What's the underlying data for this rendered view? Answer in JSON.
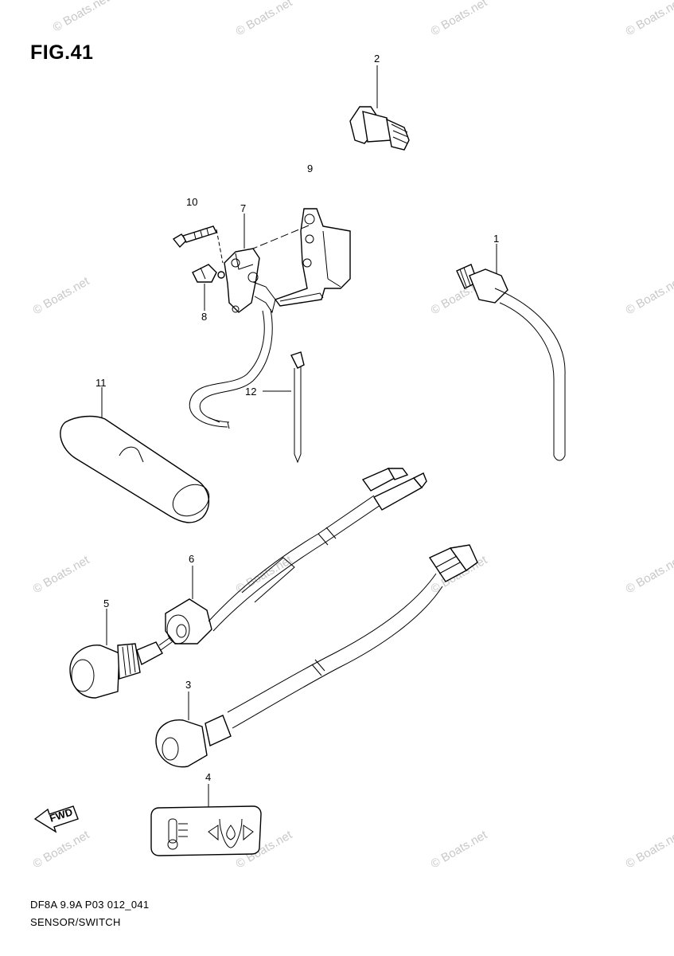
{
  "figure": {
    "title": "FIG.41",
    "code": "DF8A 9.9A P03 012_041",
    "name": "SENSOR/SWITCH",
    "watermark": "© Boats.net",
    "fwd_label": "FWD"
  },
  "callouts": [
    {
      "id": "callout-2",
      "label": "2"
    },
    {
      "id": "callout-9",
      "label": "9"
    },
    {
      "id": "callout-10",
      "label": "10"
    },
    {
      "id": "callout-7",
      "label": "7"
    },
    {
      "id": "callout-1",
      "label": "1"
    },
    {
      "id": "callout-8",
      "label": "8"
    },
    {
      "id": "callout-11",
      "label": "11"
    },
    {
      "id": "callout-12",
      "label": "12"
    },
    {
      "id": "callout-6",
      "label": "6"
    },
    {
      "id": "callout-5",
      "label": "5"
    },
    {
      "id": "callout-3",
      "label": "3"
    },
    {
      "id": "callout-4",
      "label": "4"
    }
  ]
}
